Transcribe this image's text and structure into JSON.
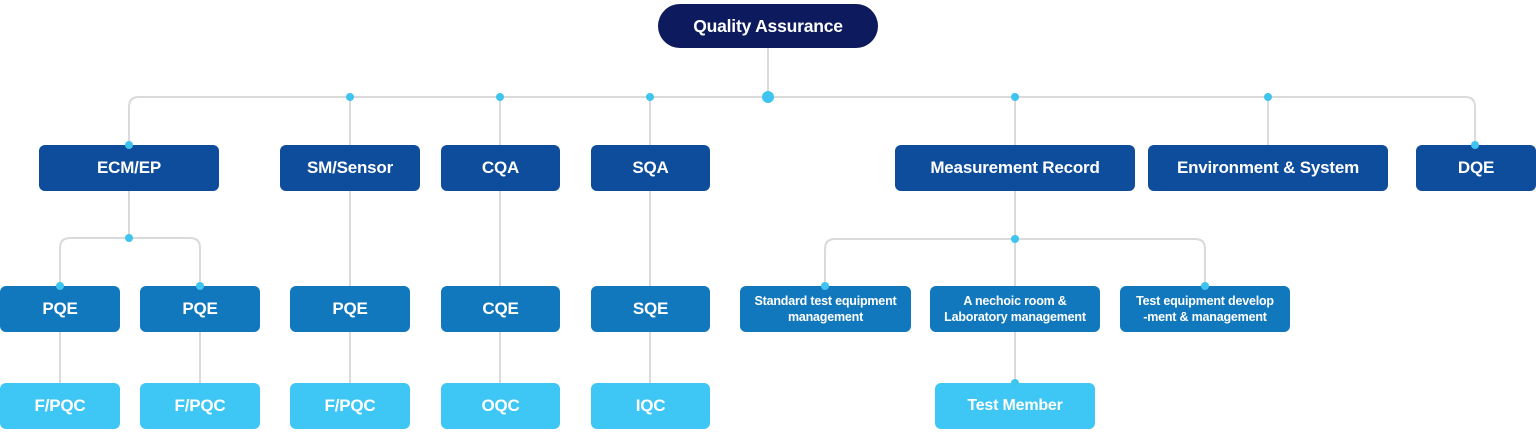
{
  "title": "Quality Assurance",
  "colors": {
    "root_bg": "#0d1b5e",
    "level2_bg": "#0e4c9c",
    "level3_bg": "#1278bd",
    "level4_bg": "#3ec6f4",
    "connector_line": "#dadada",
    "connector_dot": "#3fc4f0",
    "text": "#ffffff"
  },
  "branches": {
    "ecm_ep": {
      "label": "ECM/EP",
      "children": [
        {
          "label": "PQE",
          "child": "F/PQC"
        },
        {
          "label": "PQE",
          "child": "F/PQC"
        }
      ]
    },
    "sm_sensor": {
      "label": "SM/Sensor",
      "children": [
        {
          "label": "PQE",
          "child": "F/PQC"
        }
      ]
    },
    "cqa": {
      "label": "CQA",
      "children": [
        {
          "label": "CQE",
          "child": "OQC"
        }
      ]
    },
    "sqa": {
      "label": "SQA",
      "children": [
        {
          "label": "SQE",
          "child": "IQC"
        }
      ]
    },
    "measurement_record": {
      "label": "Measurement Record",
      "children": [
        {
          "line1": "Standard test equipment",
          "line2": "management"
        },
        {
          "line1": "A nechoic room &",
          "line2": "Laboratory management",
          "child": "Test Member"
        },
        {
          "line1": "Test equipment develop",
          "line2": "-ment & management"
        }
      ]
    },
    "environment_system": {
      "label": "Environment & System"
    },
    "dqe": {
      "label": "DQE"
    }
  }
}
